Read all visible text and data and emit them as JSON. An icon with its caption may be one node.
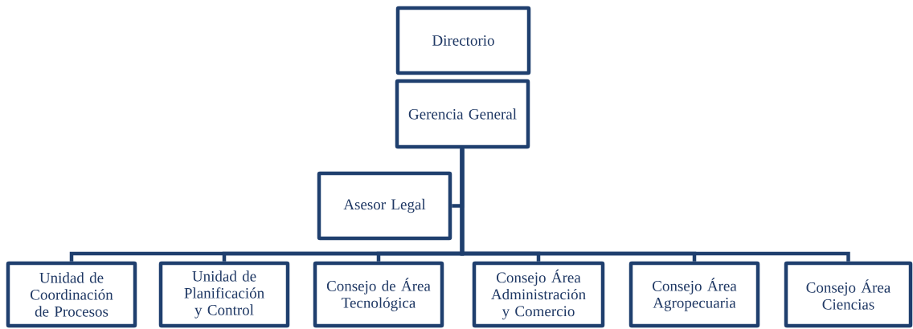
{
  "diagram": {
    "nodes": [
      {
        "text": [
          "Directorio"
        ]
      },
      {
        "text": [
          "Gerencia General"
        ]
      },
      {
        "text": [
          "Asesor Legal"
        ]
      },
      {
        "text": [
          "Unidad de Coordinación de Procesos"
        ]
      },
      {
        "text": [
          "Unidad de Planificación y Control"
        ]
      },
      {
        "text": [
          "Consejo de Área Tecnológica"
        ]
      },
      {
        "text": [
          "Consejo Área Administración y Comercio"
        ]
      },
      {
        "text": [
          "Consejo Área Agropecuaria"
        ]
      },
      {
        "text": [
          "Consejo Área Ciencias"
        ]
      }
    ],
    "edges": [
      {
        "from": 1,
        "to": 2,
        "arrow": "none"
      },
      {
        "from": 1,
        "to": 3,
        "arrow": "none"
      },
      {
        "from": 1,
        "to": 4,
        "arrow": "none"
      },
      {
        "from": 1,
        "to": 5,
        "arrow": "none"
      },
      {
        "from": 1,
        "to": 6,
        "arrow": "none"
      },
      {
        "from": 1,
        "to": 7,
        "arrow": "none"
      },
      {
        "from": 1,
        "to": 8,
        "arrow": "none"
      }
    ]
  }
}
